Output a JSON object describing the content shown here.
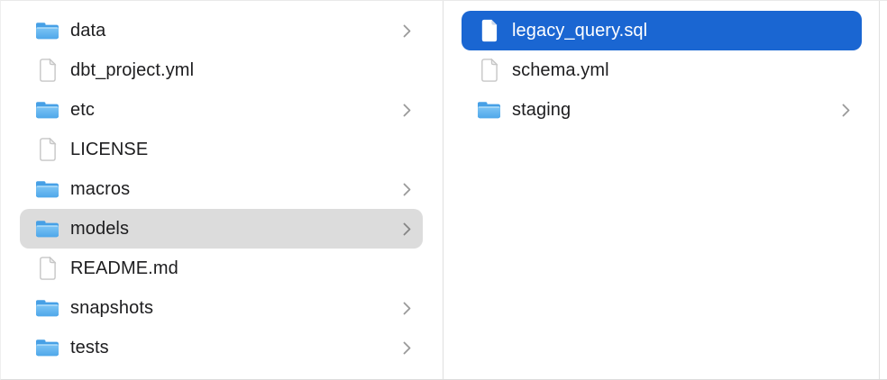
{
  "finder": {
    "columns": [
      {
        "name": "project-root-column",
        "items": [
          {
            "label": "data",
            "type": "folder",
            "chevron": true,
            "selected": false
          },
          {
            "label": "dbt_project.yml",
            "type": "file",
            "chevron": false,
            "selected": false
          },
          {
            "label": "etc",
            "type": "folder",
            "chevron": true,
            "selected": false
          },
          {
            "label": "LICENSE",
            "type": "file",
            "chevron": false,
            "selected": false
          },
          {
            "label": "macros",
            "type": "folder",
            "chevron": true,
            "selected": false
          },
          {
            "label": "models",
            "type": "folder",
            "chevron": true,
            "selected": true,
            "selection_style": "inactive"
          },
          {
            "label": "README.md",
            "type": "file",
            "chevron": false,
            "selected": false
          },
          {
            "label": "snapshots",
            "type": "folder",
            "chevron": true,
            "selected": false
          },
          {
            "label": "tests",
            "type": "folder",
            "chevron": true,
            "selected": false
          }
        ]
      },
      {
        "name": "models-folder-column",
        "items": [
          {
            "label": "legacy_query.sql",
            "type": "file",
            "chevron": false,
            "selected": true,
            "selection_style": "active"
          },
          {
            "label": "schema.yml",
            "type": "file",
            "chevron": false,
            "selected": false
          },
          {
            "label": "staging",
            "type": "folder",
            "chevron": true,
            "selected": false
          }
        ]
      }
    ],
    "colors": {
      "selection_active": "#1a66d2",
      "selection_inactive": "#dcdcdc",
      "selected_text": "#ffffff",
      "text": "#1d1d1f",
      "divider": "#e0e0e0",
      "chevron": "#9a9a9a",
      "folder_back": "#47a0e6",
      "folder_front_top": "#7fc6f5",
      "folder_front_bottom": "#4fa7ea",
      "file_border": "#c6c6c6",
      "file_fold": "#ececec"
    }
  }
}
